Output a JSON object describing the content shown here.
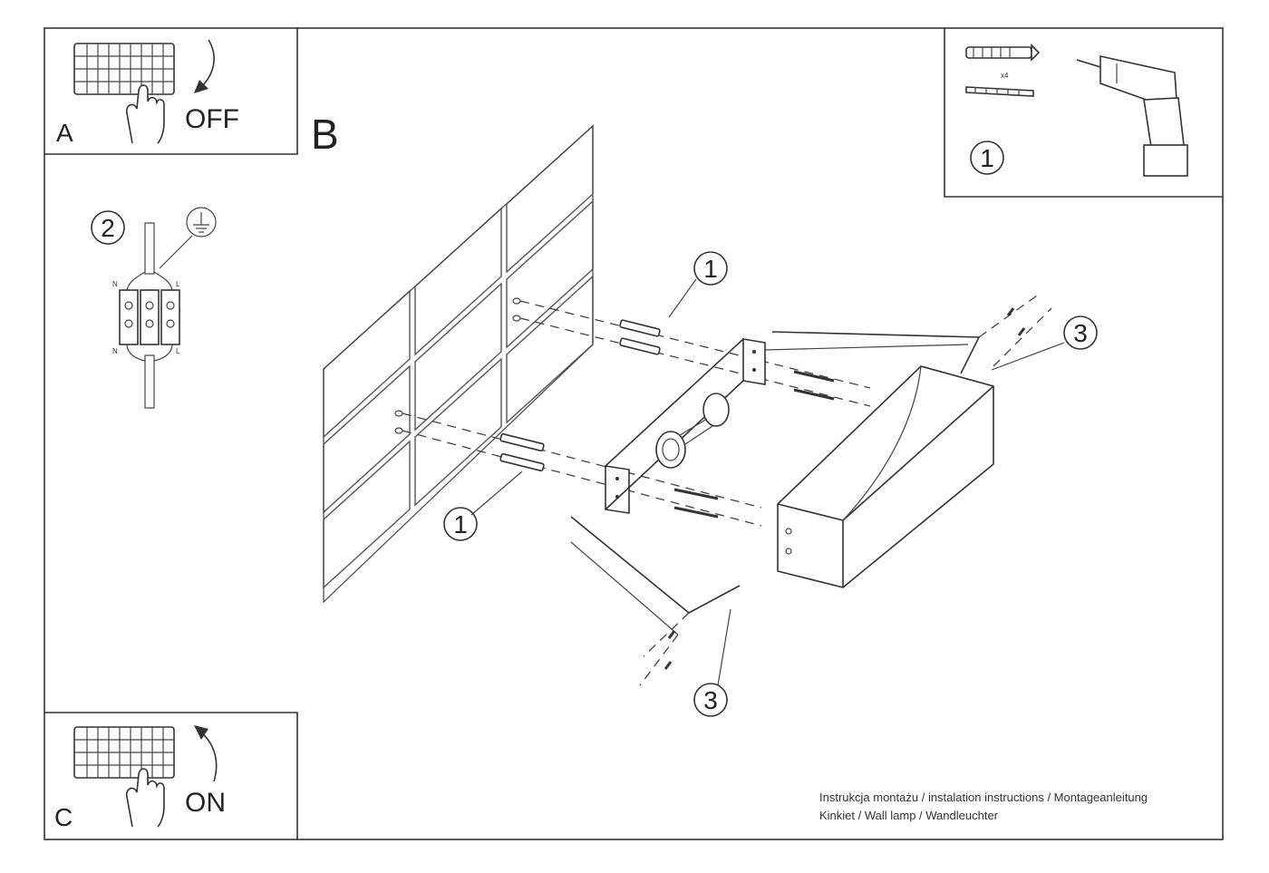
{
  "panels": {
    "a": {
      "letter": "A",
      "action": "OFF"
    },
    "b": {
      "letter": "B"
    },
    "c": {
      "letter": "C",
      "action": "ON"
    },
    "tools": {
      "number": "1",
      "quantity": "x4"
    },
    "wiring": {
      "number": "2",
      "terminal_n": "N",
      "terminal_l": "L"
    }
  },
  "callouts": {
    "wall_plugs": "1",
    "wall_plugs_lower": "1",
    "cover_screws_top": "3",
    "cover_screws_bottom": "3"
  },
  "footer": {
    "line1": "Instrukcja montażu / instalation instructions / Montageanleitung",
    "line2": "Kinkiet / Wall lamp / Wandleuchter"
  },
  "colors": {
    "ink": "#222222",
    "paper": "#ffffff"
  }
}
